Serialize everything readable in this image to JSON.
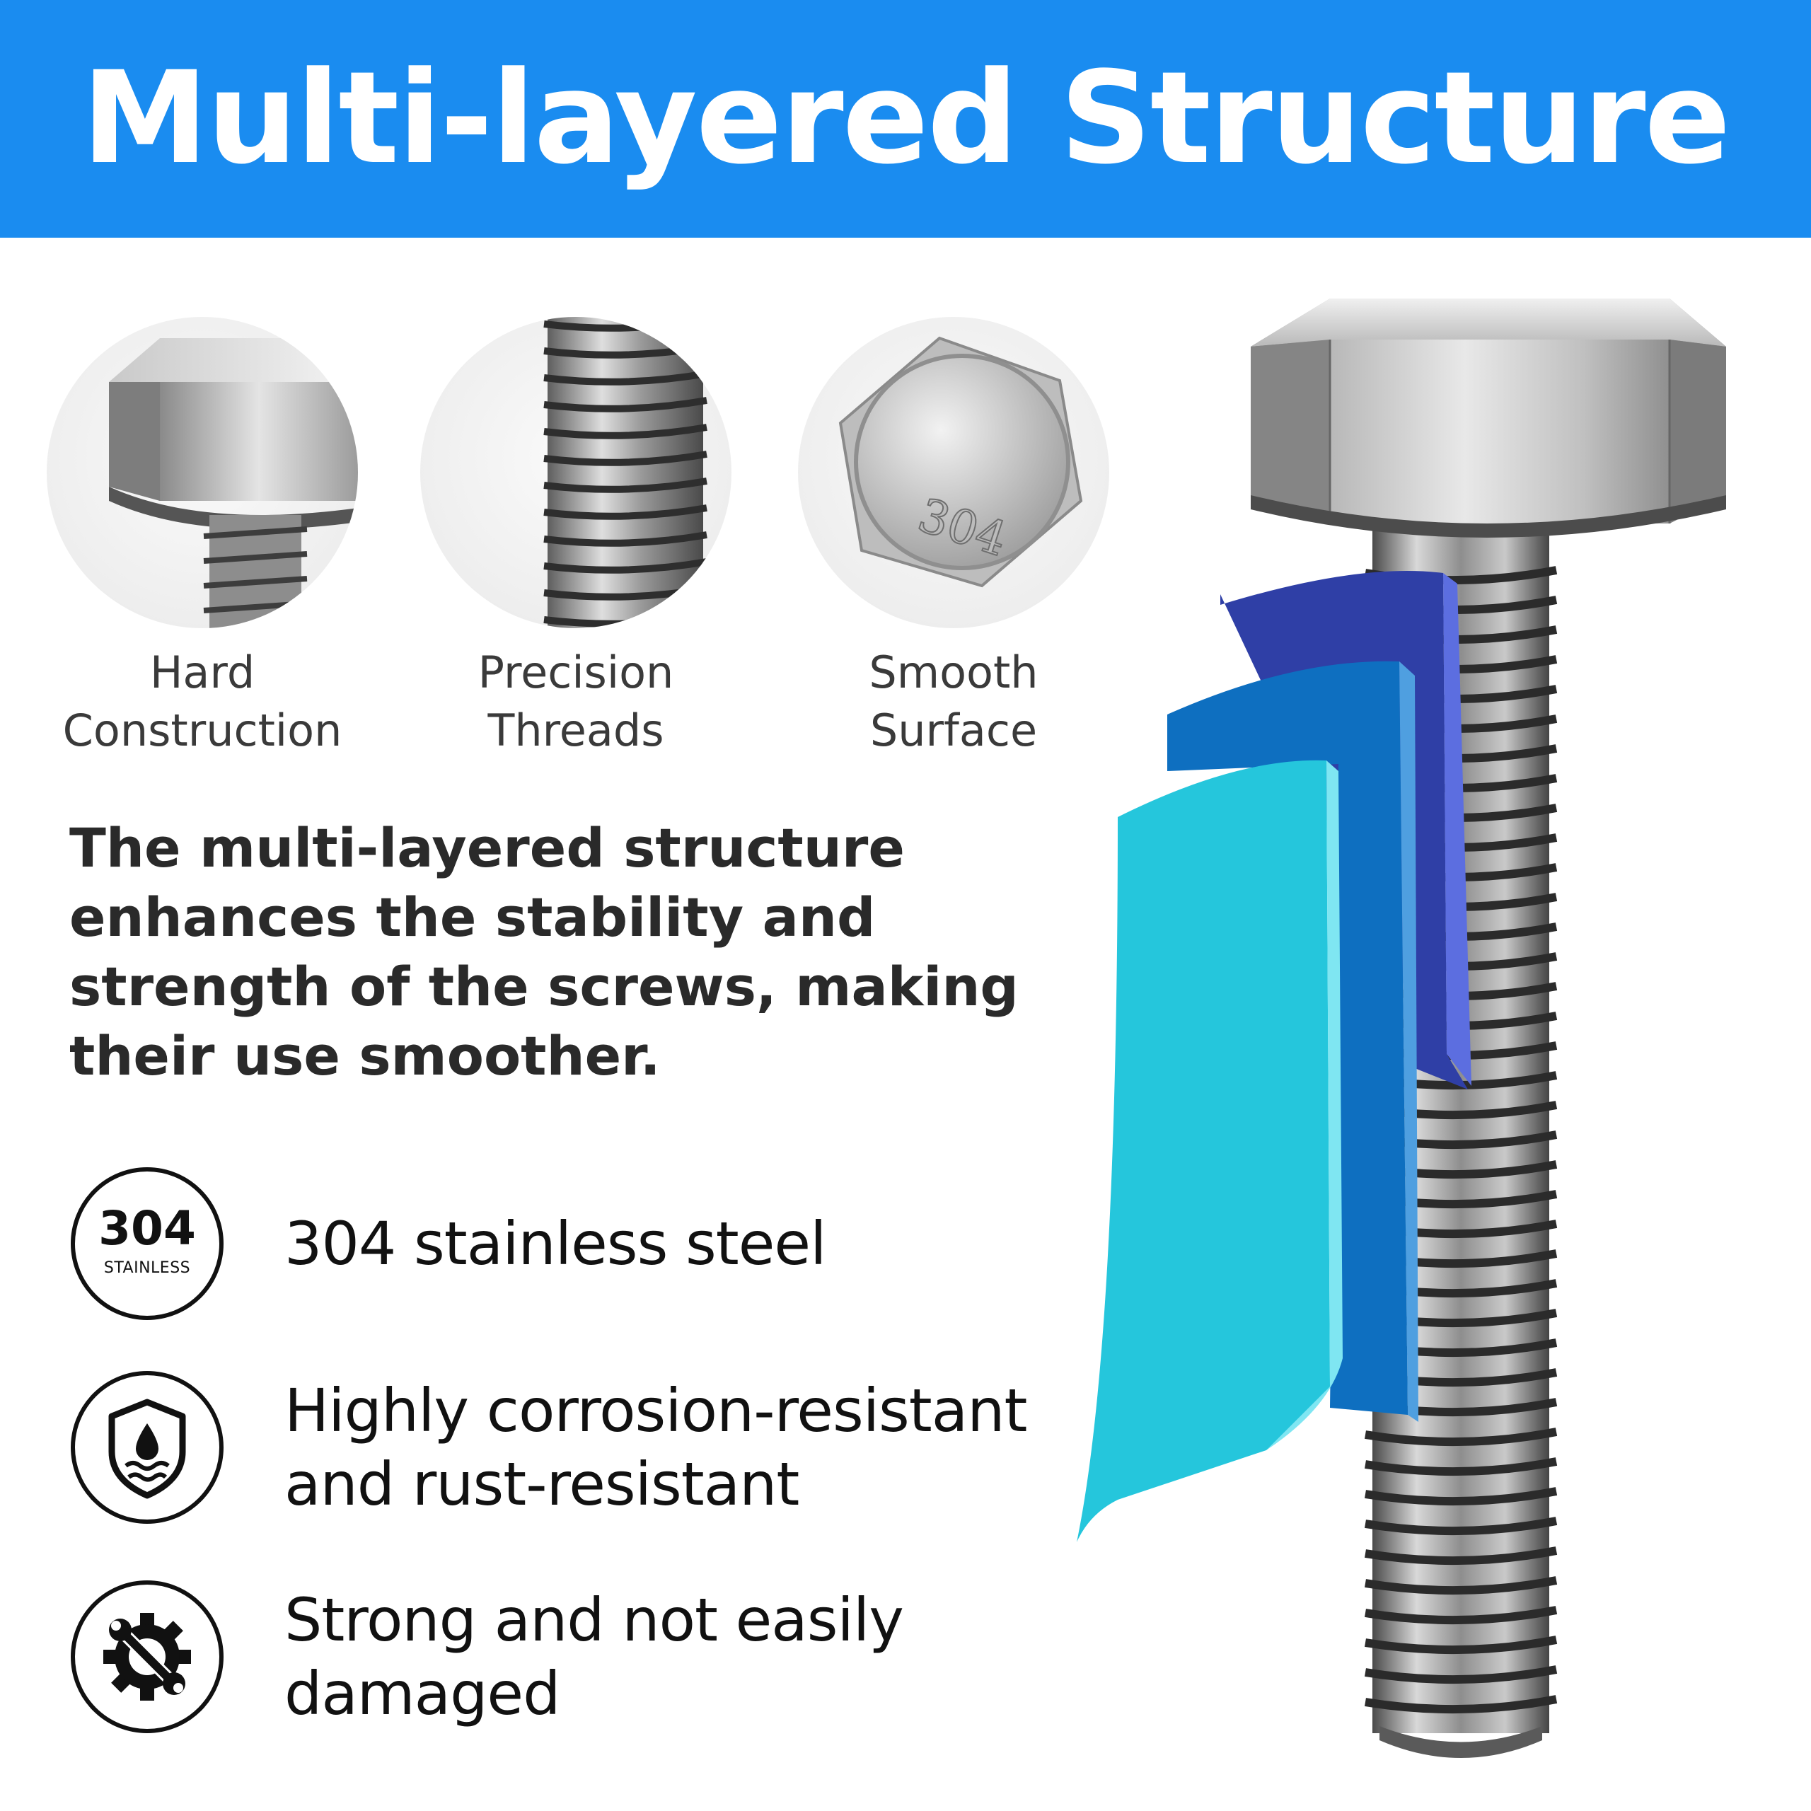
{
  "banner": {
    "title": "Multi-layered Structure",
    "color": "#1a8cf0"
  },
  "features": [
    {
      "line1": "Hard",
      "line2": "Construction",
      "icon": "bolt-head-closeup"
    },
    {
      "line1": "Precision",
      "line2": "Threads",
      "icon": "thread-closeup"
    },
    {
      "line1": "Smooth",
      "line2": "Surface",
      "icon": "hex-head-top-304"
    }
  ],
  "hex_marking": "304",
  "lead_text": "The multi-layered structure enhances the stability and strength of the screws, making their use smoother.",
  "specs": [
    {
      "icon": "304-stainless-badge-icon",
      "badge_number": "304",
      "badge_text": "STAINLESS",
      "line1": "304 stainless steel",
      "line2": ""
    },
    {
      "icon": "shield-water-drop-icon",
      "line1": "Highly corrosion-resistant",
      "line2": "and rust-resistant"
    },
    {
      "icon": "gear-wrench-icon",
      "line1": "Strong and not easily",
      "line2": "damaged"
    }
  ],
  "layer_colors": [
    "#2f3fa6",
    "#0e6fc0",
    "#25c6dc"
  ]
}
